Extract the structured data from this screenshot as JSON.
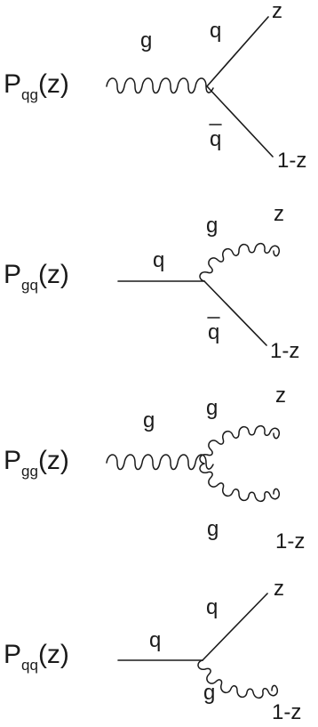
{
  "diagrams": [
    {
      "function_main": "P",
      "function_sub": "qg",
      "function_arg": "(z)",
      "incoming": {
        "particle": "gluon",
        "label": "g"
      },
      "upper": {
        "particle": "quark",
        "label": "q",
        "fraction": "z"
      },
      "lower": {
        "particle": "quark",
        "label": "q",
        "bar": true,
        "fraction": "1-z"
      }
    },
    {
      "function_main": "P",
      "function_sub": "gq",
      "function_arg": "(z)",
      "incoming": {
        "particle": "quark",
        "label": "q"
      },
      "upper": {
        "particle": "gluon",
        "label": "g",
        "fraction": "z"
      },
      "lower": {
        "particle": "quark",
        "label": "q",
        "bar": true,
        "fraction": "1-z"
      }
    },
    {
      "function_main": "P",
      "function_sub": "gg",
      "function_arg": "(z)",
      "incoming": {
        "particle": "gluon",
        "label": "g"
      },
      "upper": {
        "particle": "gluon",
        "label": "g",
        "fraction": "z"
      },
      "lower": {
        "particle": "gluon",
        "label": "g",
        "fraction": "1-z"
      }
    },
    {
      "function_main": "P",
      "function_sub": "qq",
      "function_arg": "(z)",
      "incoming": {
        "particle": "quark",
        "label": "q"
      },
      "upper": {
        "particle": "quark",
        "label": "q",
        "fraction": "z"
      },
      "lower": {
        "particle": "gluon",
        "label": "g",
        "fraction": "1-z"
      }
    }
  ]
}
